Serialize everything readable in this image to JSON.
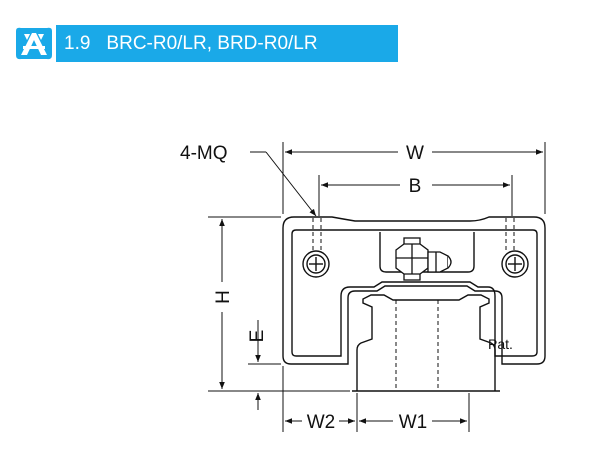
{
  "header": {
    "section_number": "1.9",
    "title": "BRC-R0/LR, BRD-R0/LR",
    "colors": {
      "banner": "#1aa9e8",
      "logo": "#1aa9e8",
      "text": "#ffffff"
    }
  },
  "diagram": {
    "labels": {
      "mounting": "4-MQ",
      "width": "W",
      "bolt_spacing": "B",
      "height": "H",
      "rail_clearance": "E",
      "edge_offset": "W2",
      "rail_width": "W1",
      "patent": "Pat."
    }
  }
}
